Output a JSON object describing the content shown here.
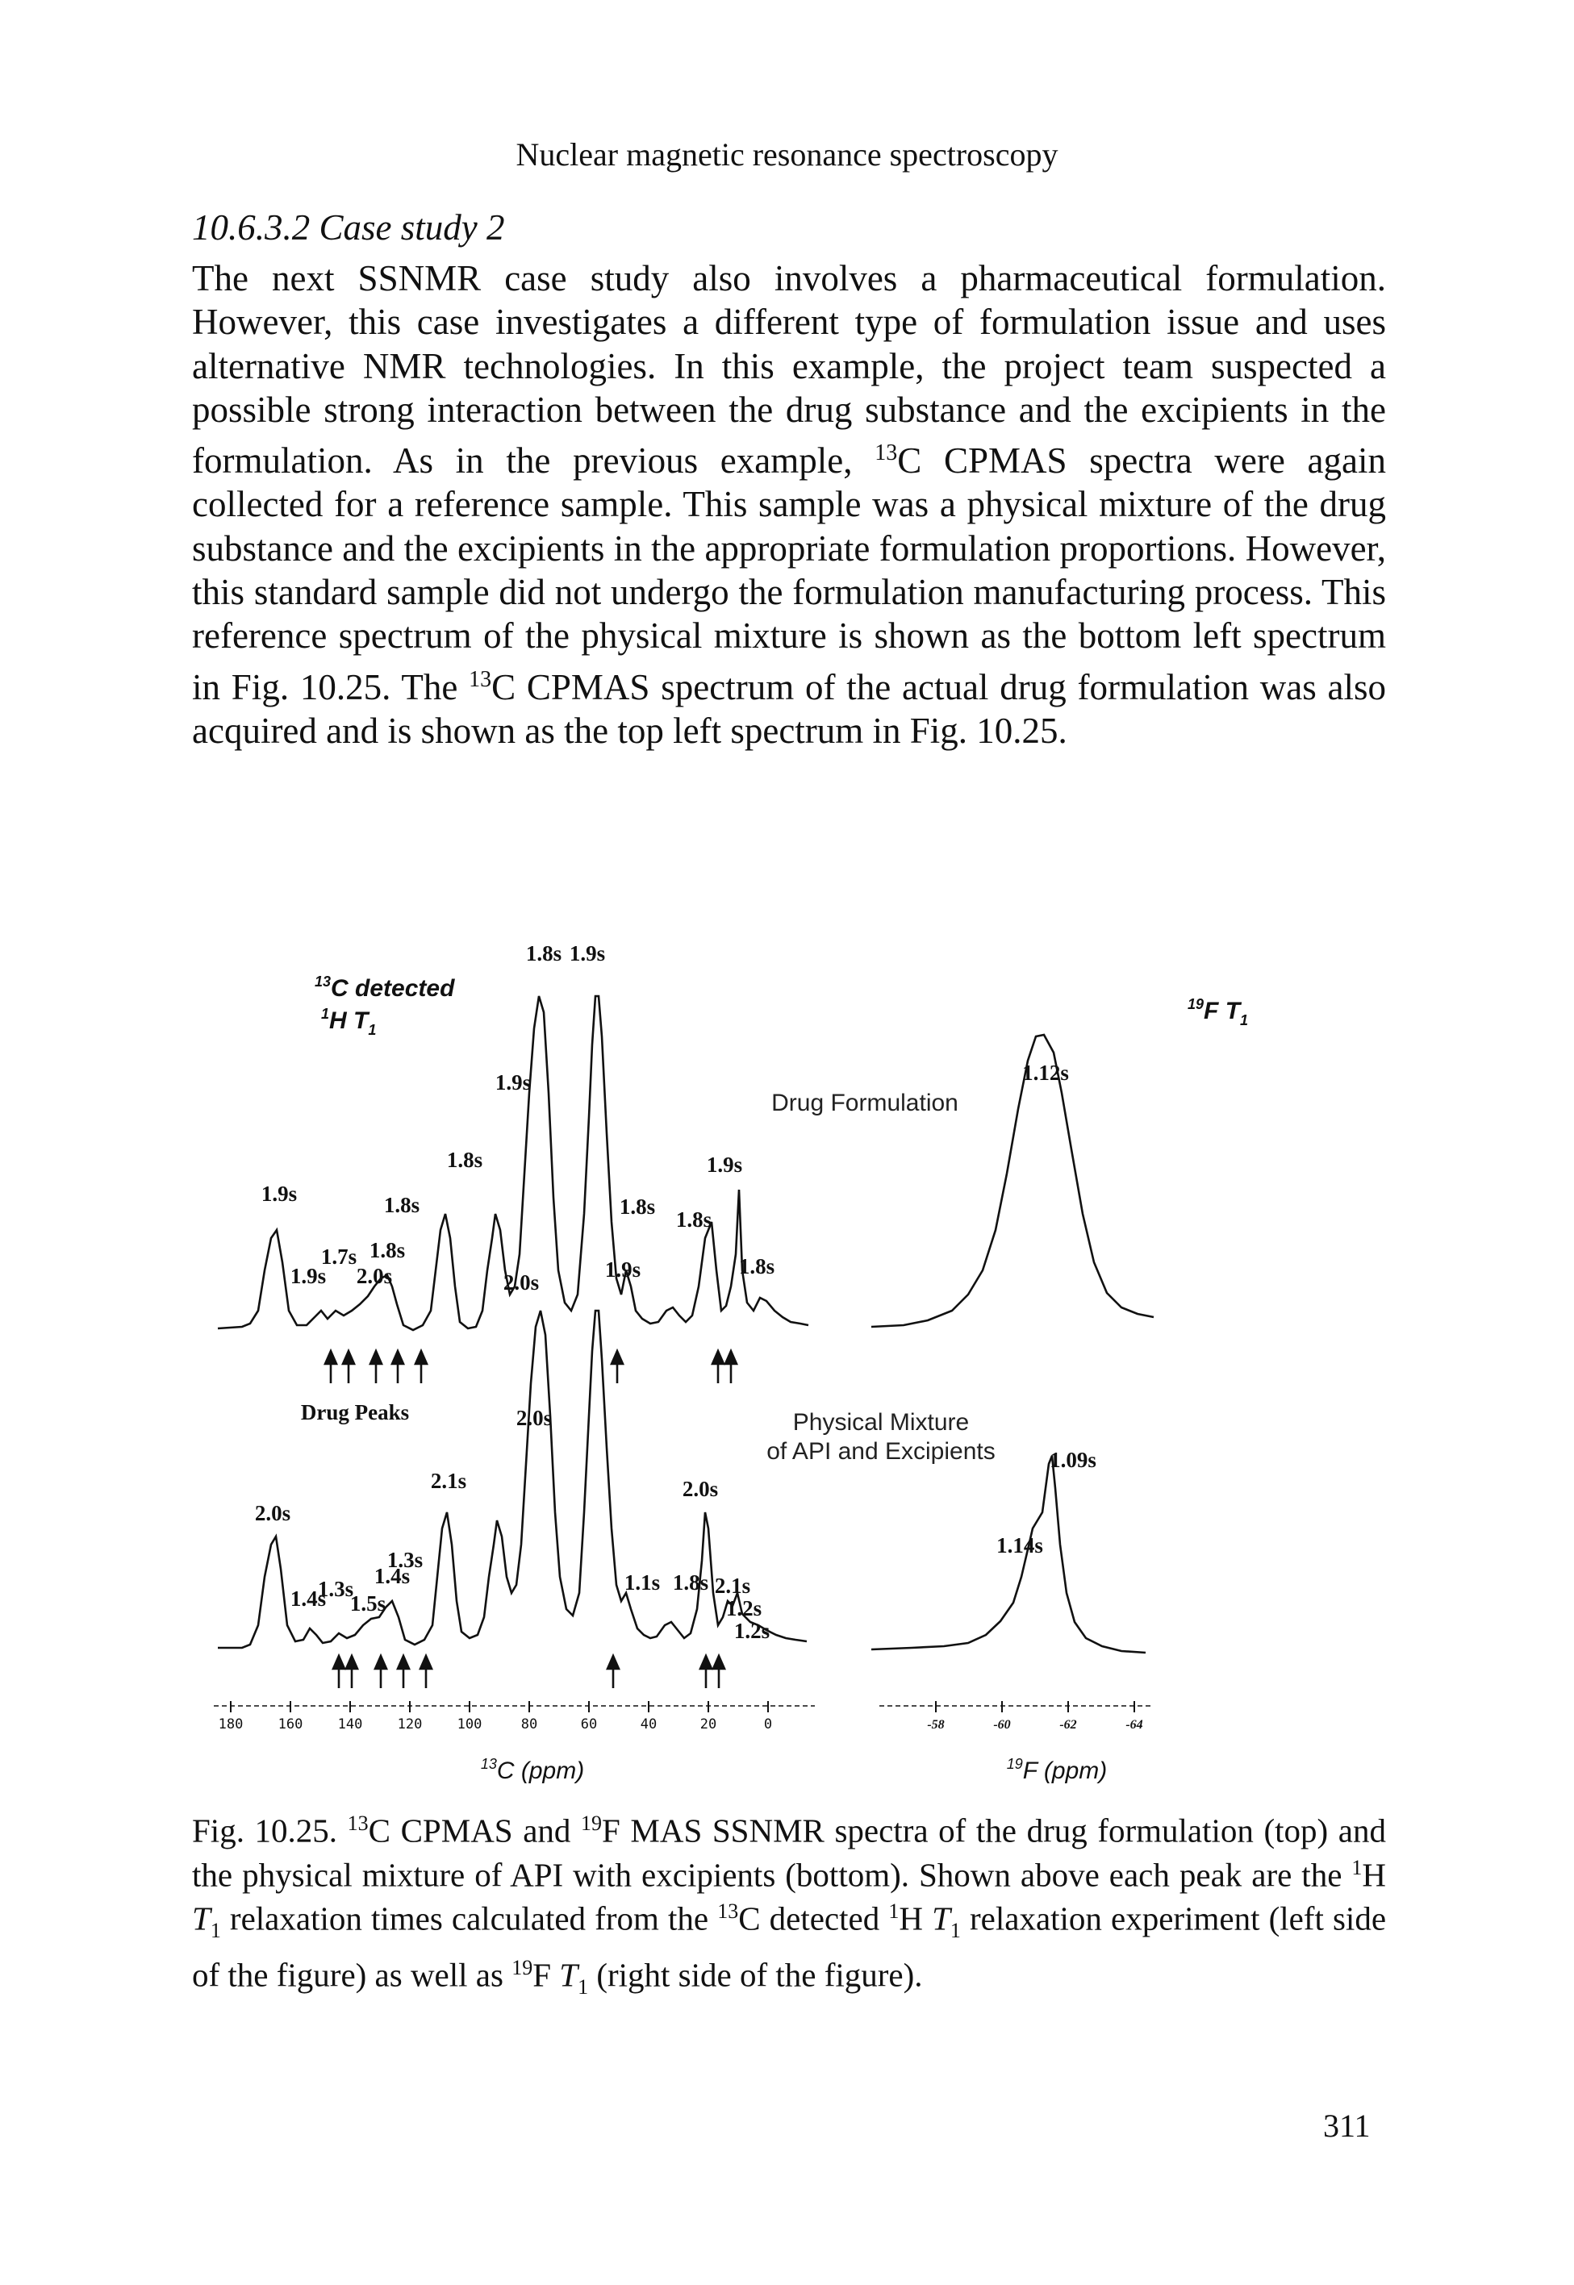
{
  "running_head": "Nuclear magnetic resonance spectroscopy",
  "section_heading": "10.6.3.2   Case study 2",
  "body": {
    "p1_a": "The next SSNMR case study also involves a pharmaceutical formulation. However, this case investigates a different type of formulation issue and uses alternative NMR technologies. In this example, the project team suspected a possible strong interaction between the drug substance and the excipients in the formulation. As in the previous example, ",
    "p1_sup13": "13",
    "p1_b": "C CPMAS spectra were again collected for a reference sample. This sample was a physical mixture of the drug substance and the excipients in the appropriate formulation proportions. However, this standard sample did not undergo the formulation manufacturing process. This reference spectrum of the physical mixture is shown as the bottom left spectrum in Fig. 10.25. The ",
    "p1_sup13b": "13",
    "p1_c": "C CPMAS spectrum of the actual drug formulation was also acquired and is shown as the top left spectrum in Fig. 10.25."
  },
  "figure": {
    "left_title_line1": "13C detected",
    "left_title_line2": "1H T1",
    "right_title": "19F T1",
    "top_spectrum_label": "Drug Formulation",
    "bottom_spectrum_label_line1": "Physical Mixture",
    "bottom_spectrum_label_line2": "of API and Excipients",
    "drug_peaks_label": "Drug Peaks",
    "top_c13_peak_labels": [
      "1.9s",
      "1.9s",
      "1.7s",
      "2.0s",
      "1.8s",
      "1.8s",
      "1.8s",
      "1.9s",
      "1.8s",
      "1.9s",
      "2.0s",
      "1.8s",
      "1.9s",
      "1.9s",
      "1.8s",
      "1.8s"
    ],
    "top_f19_peak_labels": [
      "1.12s"
    ],
    "bottom_c13_peak_labels": [
      "2.0s",
      "1.4s",
      "1.3s",
      "1.5s",
      "1.4s",
      "1.3s",
      "2.1s",
      "2.0s",
      "1.1s",
      "2.0s",
      "1.8s",
      "2.1s",
      "1.2s",
      "1.2s"
    ],
    "bottom_f19_peak_labels": [
      "1.09s",
      "1.14s"
    ],
    "c13_axis_ticks": [
      "180",
      "160",
      "140",
      "120",
      "100",
      "80",
      "60",
      "40",
      "20",
      "0"
    ],
    "f19_axis_ticks": [
      "-58",
      "-60",
      "-62",
      "-64"
    ],
    "c13_axis_title": "13C (ppm)",
    "f19_axis_title": "19F (ppm)"
  },
  "caption": {
    "prefix": "Fig. 10.25. ",
    "sup1": "13",
    "t1": "C CPMAS and ",
    "sup2": "19",
    "t2": "F MAS SSNMR spectra of the drug formulation (top) and the physical mixture of API with excipients (bottom). Shown above each peak are the ",
    "sup3": "1",
    "t3": "H ",
    "t1_sym": "T",
    "sub1": "1",
    "t4": " relaxation times calculated from the ",
    "sup4": "13",
    "t5": "C detected ",
    "sup5": "1",
    "t6": "H ",
    "t1_sym2": "T",
    "sub2": "1",
    "t7": " relaxation experiment (left side of the figure) as well as ",
    "sup6": "19",
    "t8": "F ",
    "t1_sym3": "T",
    "sub3": "1",
    "t9": " (right side of the figure)."
  },
  "page_number": "311"
}
